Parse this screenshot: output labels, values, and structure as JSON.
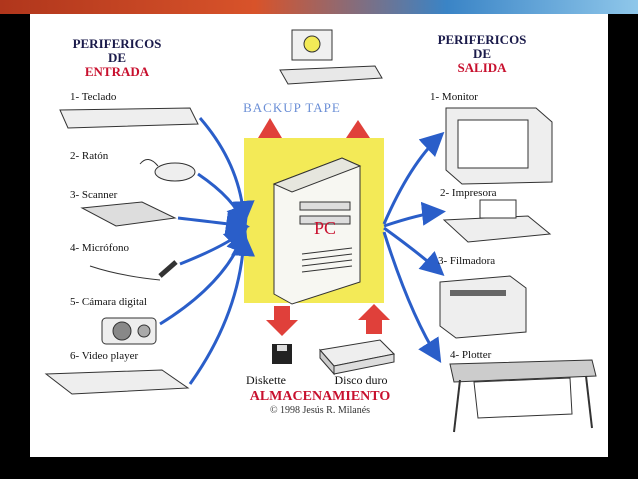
{
  "input": {
    "title_line1": "PERIFERICOS",
    "title_line2": "DE",
    "title_line3": "ENTRADA",
    "items": [
      "1- Teclado",
      "2- Ratón",
      "3- Scanner",
      "4- Micrófono",
      "5- Cámara digital",
      "6- Video player"
    ]
  },
  "output": {
    "title_line1": "PERIFERICOS",
    "title_line2": "DE",
    "title_line3": "SALIDA",
    "items": [
      "1- Monitor",
      "2- Impresora",
      "3- Filmadora",
      "4- Plotter"
    ]
  },
  "center": {
    "backup_label": "BACKUP TAPE",
    "pc_label": "PC"
  },
  "storage": {
    "diskette_label": "Diskette",
    "hdd_label": "Disco duro",
    "title": "ALMACENAMIENTO",
    "copyright": "© 1998 Jesús R. Milanés"
  },
  "colors": {
    "title_dark": "#1a1a4a",
    "title_red": "#c8102e",
    "arrow_blue": "#2a5ec9",
    "pc_yellow": "#f3ea57",
    "arrow_red": "#e0403a",
    "backup_blue": "#6b8fd6"
  }
}
